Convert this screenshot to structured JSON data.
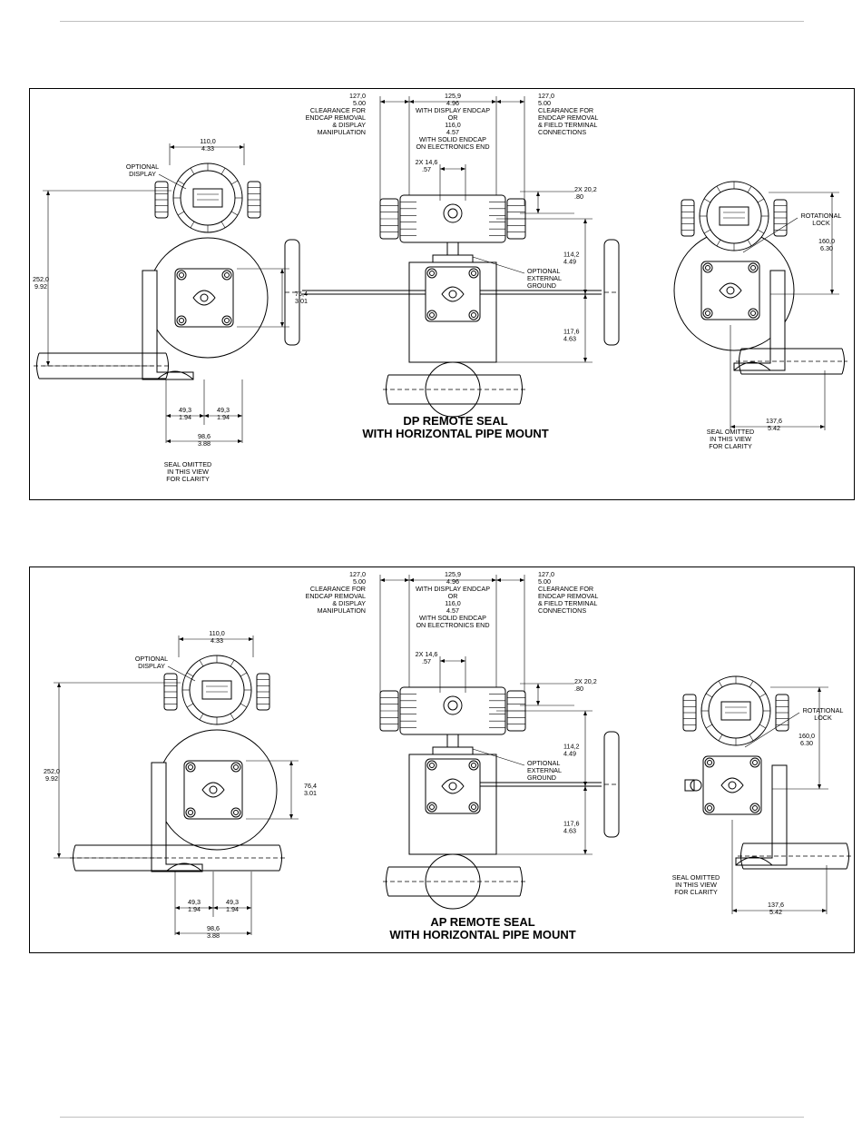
{
  "panels": [
    {
      "title_line1": "DP REMOTE SEAL",
      "title_line2": "WITH HORIZONTAL PIPE MOUNT",
      "dims": {
        "left_clear": [
          "127,0",
          "5.00",
          "CLEARANCE FOR",
          "ENDCAP REMOVAL",
          "& DISPLAY",
          "MANIPULATION"
        ],
        "center_width": [
          "125,9",
          "4.96",
          "WITH DISPLAY ENDCAP",
          "OR",
          "116,0",
          "4.57",
          "WITH SOLID ENDCAP",
          "ON ELECTRONICS END"
        ],
        "right_clear": [
          "127,0",
          "5.00",
          "CLEARANCE FOR",
          "ENDCAP REMOVAL",
          "& FIELD TERMINAL",
          "CONNECTIONS"
        ],
        "width_110": [
          "110,0",
          "4.33"
        ],
        "optional_display": [
          "OPTIONAL",
          "DISPLAY"
        ],
        "two_x_14": [
          "2X  14,6",
          ".57"
        ],
        "two_x_20": [
          "2X  20,2",
          ".80"
        ],
        "rotational_lock": [
          "ROTATIONAL",
          "LOCK"
        ],
        "h_160": [
          "160,0",
          "6.30"
        ],
        "h_252": [
          "252,0",
          "9.92"
        ],
        "h_76": [
          "76,4",
          "3.01"
        ],
        "h_114": [
          "114,2",
          "4.49"
        ],
        "h_117": [
          "117,6",
          "4.63"
        ],
        "optional_ground": [
          "OPTIONAL",
          "EXTERNAL",
          "GROUND"
        ],
        "w_49_left": [
          "49,3",
          "1.94"
        ],
        "w_49_right": [
          "49,3",
          "1.94"
        ],
        "w_98": [
          "98,6",
          "3.88"
        ],
        "w_137": [
          "137,6",
          "5.42"
        ],
        "seal_omitted_left": [
          "SEAL OMITTED",
          "IN THIS VIEW",
          "FOR CLARITY"
        ],
        "seal_omitted_right": [
          "SEAL OMITTED",
          "IN THIS VIEW",
          "FOR CLARITY"
        ]
      }
    },
    {
      "title_line1": "AP REMOTE SEAL",
      "title_line2": "WITH HORIZONTAL PIPE MOUNT",
      "dims": {
        "left_clear": [
          "127,0",
          "5.00",
          "CLEARANCE FOR",
          "ENDCAP REMOVAL",
          "& DISPLAY",
          "MANIPULATION"
        ],
        "center_width": [
          "125,9",
          "4.96",
          "WITH DISPLAY ENDCAP",
          "OR",
          "116,0",
          "4.57",
          "WITH SOLID ENDCAP",
          "ON ELECTRONICS END"
        ],
        "right_clear": [
          "127,0",
          "5.00",
          "CLEARANCE FOR",
          "ENDCAP REMOVAL",
          "& FIELD TERMINAL",
          "CONNECTIONS"
        ],
        "width_110": [
          "110,0",
          "4.33"
        ],
        "optional_display": [
          "OPTIONAL",
          "DISPLAY"
        ],
        "two_x_14": [
          "2X  14,6",
          ".57"
        ],
        "two_x_20": [
          "2X  20,2",
          ".80"
        ],
        "rotational_lock": [
          "ROTATIONAL",
          "LOCK"
        ],
        "h_160": [
          "160,0",
          "6.30"
        ],
        "h_252": [
          "252,0",
          "9.92"
        ],
        "h_76": [
          "76,4",
          "3.01"
        ],
        "h_114": [
          "114,2",
          "4.49"
        ],
        "h_117": [
          "117,6",
          "4.63"
        ],
        "optional_ground": [
          "OPTIONAL",
          "EXTERNAL",
          "GROUND"
        ],
        "w_49_left": [
          "49,3",
          "1.94"
        ],
        "w_49_right": [
          "49,3",
          "1.94"
        ],
        "w_98": [
          "98,6",
          "3.88"
        ],
        "w_137": [
          "137,6",
          "5.42"
        ],
        "seal_omitted_right": [
          "SEAL OMITTED",
          "IN THIS VIEW",
          "FOR CLARITY"
        ]
      }
    }
  ]
}
